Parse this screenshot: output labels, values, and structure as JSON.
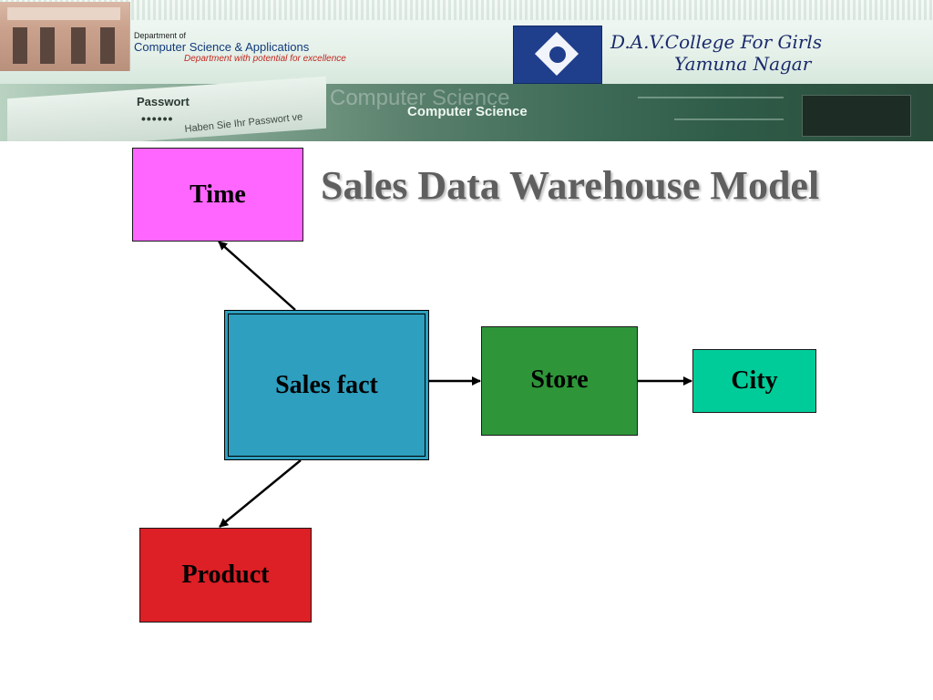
{
  "header": {
    "dept_small": "Department of",
    "dept_main": "Computer Science & Applications",
    "dept_tagline": "Department with potential for excellence",
    "college_line1": "D.A.V.College For Girls",
    "college_line2": "Yamuna Nagar",
    "banner_password_label": "Passwort",
    "banner_password_dots": "••••••",
    "banner_password_hint": "Haben Sie Ihr Passwort ve",
    "banner_ghost": "Computer Science",
    "banner_text": "Computer Science"
  },
  "title": "Sales Data Warehouse Model",
  "diagram": {
    "nodes": {
      "time": "Time",
      "sales_fact": "Sales fact",
      "store": "Store",
      "city": "City",
      "product": "Product"
    },
    "edges": [
      {
        "from": "sales_fact",
        "to": "time"
      },
      {
        "from": "sales_fact",
        "to": "store"
      },
      {
        "from": "store",
        "to": "city"
      },
      {
        "from": "sales_fact",
        "to": "product"
      }
    ],
    "colors": {
      "time": "#ff66ff",
      "sales_fact": "#2e9fbf",
      "store": "#2e9639",
      "city": "#00cc99",
      "product": "#dd1f26"
    }
  }
}
